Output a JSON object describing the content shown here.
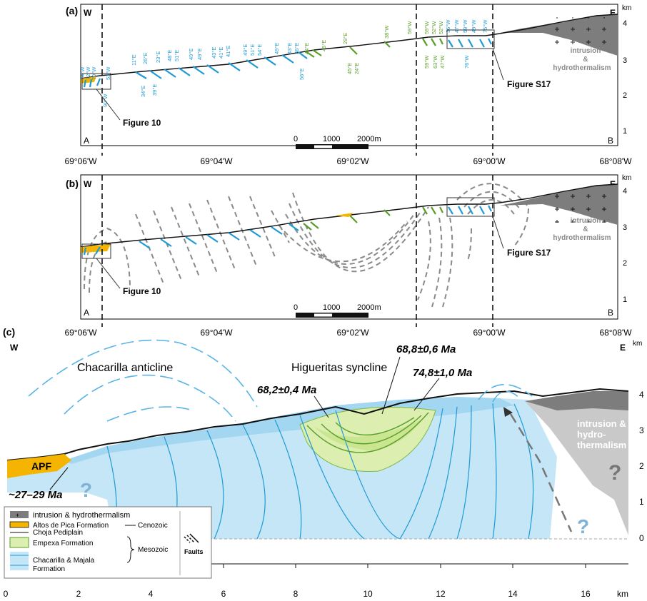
{
  "panel_a": {
    "tag": "(a)",
    "west": "W",
    "east": "E",
    "km_unit": "km",
    "yticks": [
      "4",
      "3",
      "2",
      "1"
    ],
    "corner_left": "A",
    "corner_right": "B",
    "x_ticks": [
      "69°06'W",
      "69°04'W",
      "69°02'W",
      "69°00'W",
      "68°08'W"
    ],
    "scale": [
      "0",
      "1000",
      "2000m"
    ],
    "intrusion": [
      "intrusion",
      "&",
      "hydrothermalism"
    ],
    "fig10": "Figure 10",
    "figS17": "Figure S17",
    "dips_blue": [
      "74°W",
      "72°W",
      "70°W",
      "53°W",
      "90°W",
      "11°E",
      "26°E",
      "34°E",
      "39°E",
      "23°E",
      "48°E",
      "51°E",
      "49°E",
      "49°E",
      "43°E",
      "41°E",
      "41°E",
      "49°E",
      "51°E",
      "54°E",
      "49°E",
      "43°E",
      "36°E",
      "56°E",
      "36°W",
      "47°W",
      "59°W",
      "49°W",
      "75°W",
      "76°W"
    ],
    "dips_green": [
      "44°E",
      "45°E",
      "29°E",
      "45°E",
      "24°E",
      "38°W",
      "59°W",
      "59°W",
      "52°W",
      "52°W",
      "59°W",
      "63°W",
      "47°W"
    ]
  },
  "panel_b": {
    "tag": "(b)",
    "west": "W",
    "east": "E",
    "km_unit": "km",
    "yticks": [
      "4",
      "3",
      "2",
      "1"
    ],
    "corner_left": "A",
    "corner_right": "B",
    "x_ticks": [
      "69°06'W",
      "69°04'W",
      "69°02'W",
      "69°00'W",
      "68°08'W"
    ],
    "scale": [
      "0",
      "1000",
      "2000m"
    ],
    "intrusion": [
      "intrusion",
      "&",
      "hydrothermalism"
    ],
    "fig10": "Figure 10",
    "figS17": "Figure S17"
  },
  "panel_c": {
    "tag": "(c)",
    "west": "W",
    "east": "E",
    "km_unit": "km",
    "yticks": [
      "4",
      "3",
      "2",
      "1",
      "0"
    ],
    "x_ticks": [
      "0",
      "2",
      "4",
      "6",
      "8",
      "10",
      "12",
      "14",
      "16",
      "km"
    ],
    "anticline": "Chacarilla anticline",
    "syncline": "Higueritas syncline",
    "date1": "68,8±0,6 Ma",
    "date2": "74,8±1,0 Ma",
    "date3": "68,2±0,4 Ma",
    "date4": "~27–29 Ma",
    "apf": "APF",
    "intrusion": [
      "intrusion &",
      "hydro-",
      "thermalism"
    ],
    "question": "?"
  },
  "legend": {
    "intrusion": "intrusion & hydrothermalism",
    "altos": "Altos de Pica Formation",
    "cenozoic": "Cenozoic",
    "choja": "Choja Pediplain",
    "empexa": "Empexa Formation",
    "mesozoic": "Mesozoic",
    "chacarilla1": "Chacarilla & Majala",
    "chacarilla2": "Formation",
    "faults": "Faults"
  },
  "colors": {
    "blue": "#1e9ad6",
    "green": "#5a9e2a",
    "orange": "#f5b400",
    "light_blue": "#bfe3f5",
    "light_green": "#dcefb0",
    "grey": "#7d7d7d"
  }
}
